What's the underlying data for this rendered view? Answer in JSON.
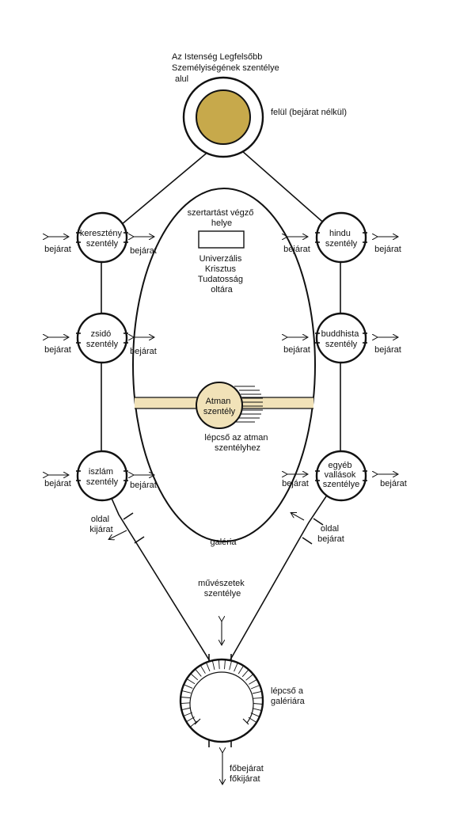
{
  "top_note": [
    "Az Istenség Legfelsőbb",
    "Személyiségének szentélye",
    "alul"
  ],
  "top_right_note": "felül (bejárat nélkül)",
  "colors": {
    "tan": "#f1e2b8",
    "gold": "#c7a94b",
    "line": "#111111"
  },
  "shrines": {
    "keresztyeny": [
      "keresztény",
      "szentély"
    ],
    "zsido": [
      "zsidó",
      "szentély"
    ],
    "iszlam": [
      "iszlám",
      "szentély"
    ],
    "hindu": [
      "hindu",
      "szentély"
    ],
    "buddhista": [
      "buddhista",
      "szentély"
    ],
    "egyeb": [
      "egyéb",
      "vallások",
      "szentélye"
    ],
    "atman": [
      "Atman",
      "szentély"
    ]
  },
  "entrance_label": "bejárat",
  "altar": {
    "officiant": [
      "szertartást végző",
      "helye"
    ],
    "name": [
      "Univerzális",
      "Krisztus",
      "Tudatosság",
      "oltára"
    ]
  },
  "stair_atman": [
    "lépcső az atman",
    "szentélyhez"
  ],
  "side_exit": [
    "oldal",
    "kijárat"
  ],
  "side_entrance": [
    "oldal",
    "bejárat"
  ],
  "gallery": "galéria",
  "arts": [
    "művészetek",
    "szentélye"
  ],
  "stair_gallery": [
    "lépcső a",
    "galériára"
  ],
  "main_entrance": [
    "főbejárat",
    "főkijárat"
  ]
}
